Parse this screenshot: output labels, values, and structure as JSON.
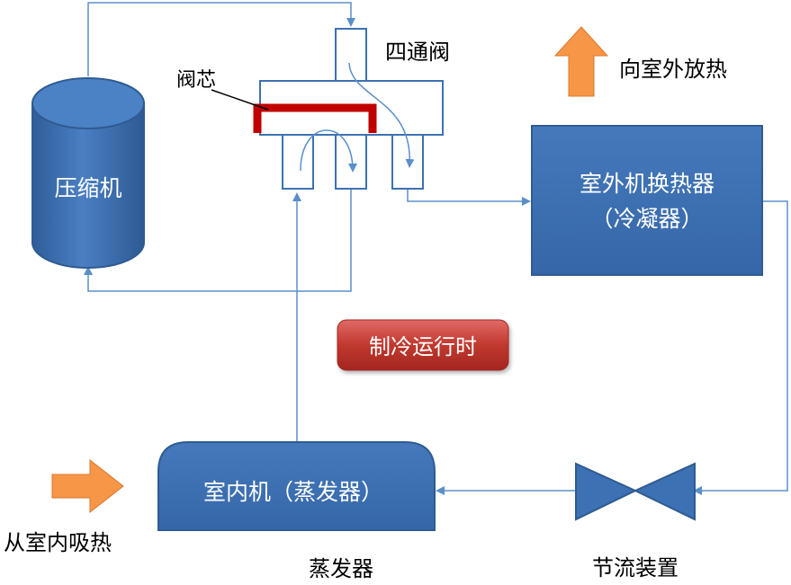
{
  "labels": {
    "compressor": "压缩机",
    "four_way_valve": "四通阀",
    "valve_core": "阀芯",
    "release_heat": "向室外放热",
    "outdoor_exchanger": "室外机换热器",
    "condenser": "（冷凝器）",
    "cooling_mode": "制冷运行时",
    "indoor_unit": "室内机（蒸发器）",
    "absorb_heat": "从室内吸热",
    "evaporator": "蒸发器",
    "throttle": "节流装置"
  },
  "colors": {
    "box_fill": "#3c71b3",
    "box_stroke": "#2f5b92",
    "line": "#5b8fc9",
    "arrow_orange": "#f79646",
    "valve_core": "#c00000",
    "badge_fill": "#c0504d"
  }
}
